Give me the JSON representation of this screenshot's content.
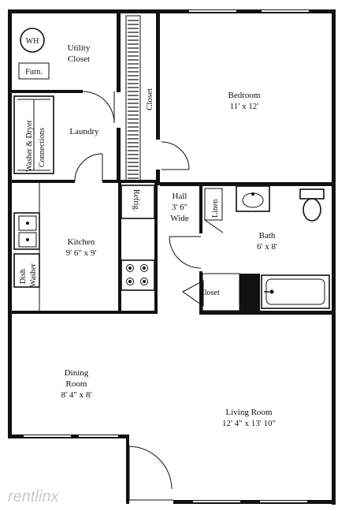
{
  "plan": {
    "water_heater": "WH",
    "furnace": "Furn.",
    "utility_closet": [
      "Utility",
      "Closet"
    ],
    "washer_dryer": [
      "Washer & Dryer",
      "Connections"
    ],
    "laundry": "Laundry",
    "closet_vertical": "Closet",
    "bedroom": [
      "Bedroom",
      "11' x 12'"
    ],
    "refrigerator": "Refrig.",
    "hall": [
      "Hall",
      "3' 6\"",
      "Wide"
    ],
    "linen": "Linen",
    "bath": [
      "Bath",
      "6' x 8'"
    ],
    "closet_small": "Closet",
    "kitchen": [
      "Kitchen",
      "9' 6\" x 9'"
    ],
    "dishwasher": [
      "Dish",
      "Washer"
    ],
    "dining": [
      "Dining",
      "Room",
      "8' 4\" x 8'"
    ],
    "living": [
      "Living Room",
      "12' 4\" x 13' 10\""
    ]
  },
  "watermark": "rentlinx"
}
